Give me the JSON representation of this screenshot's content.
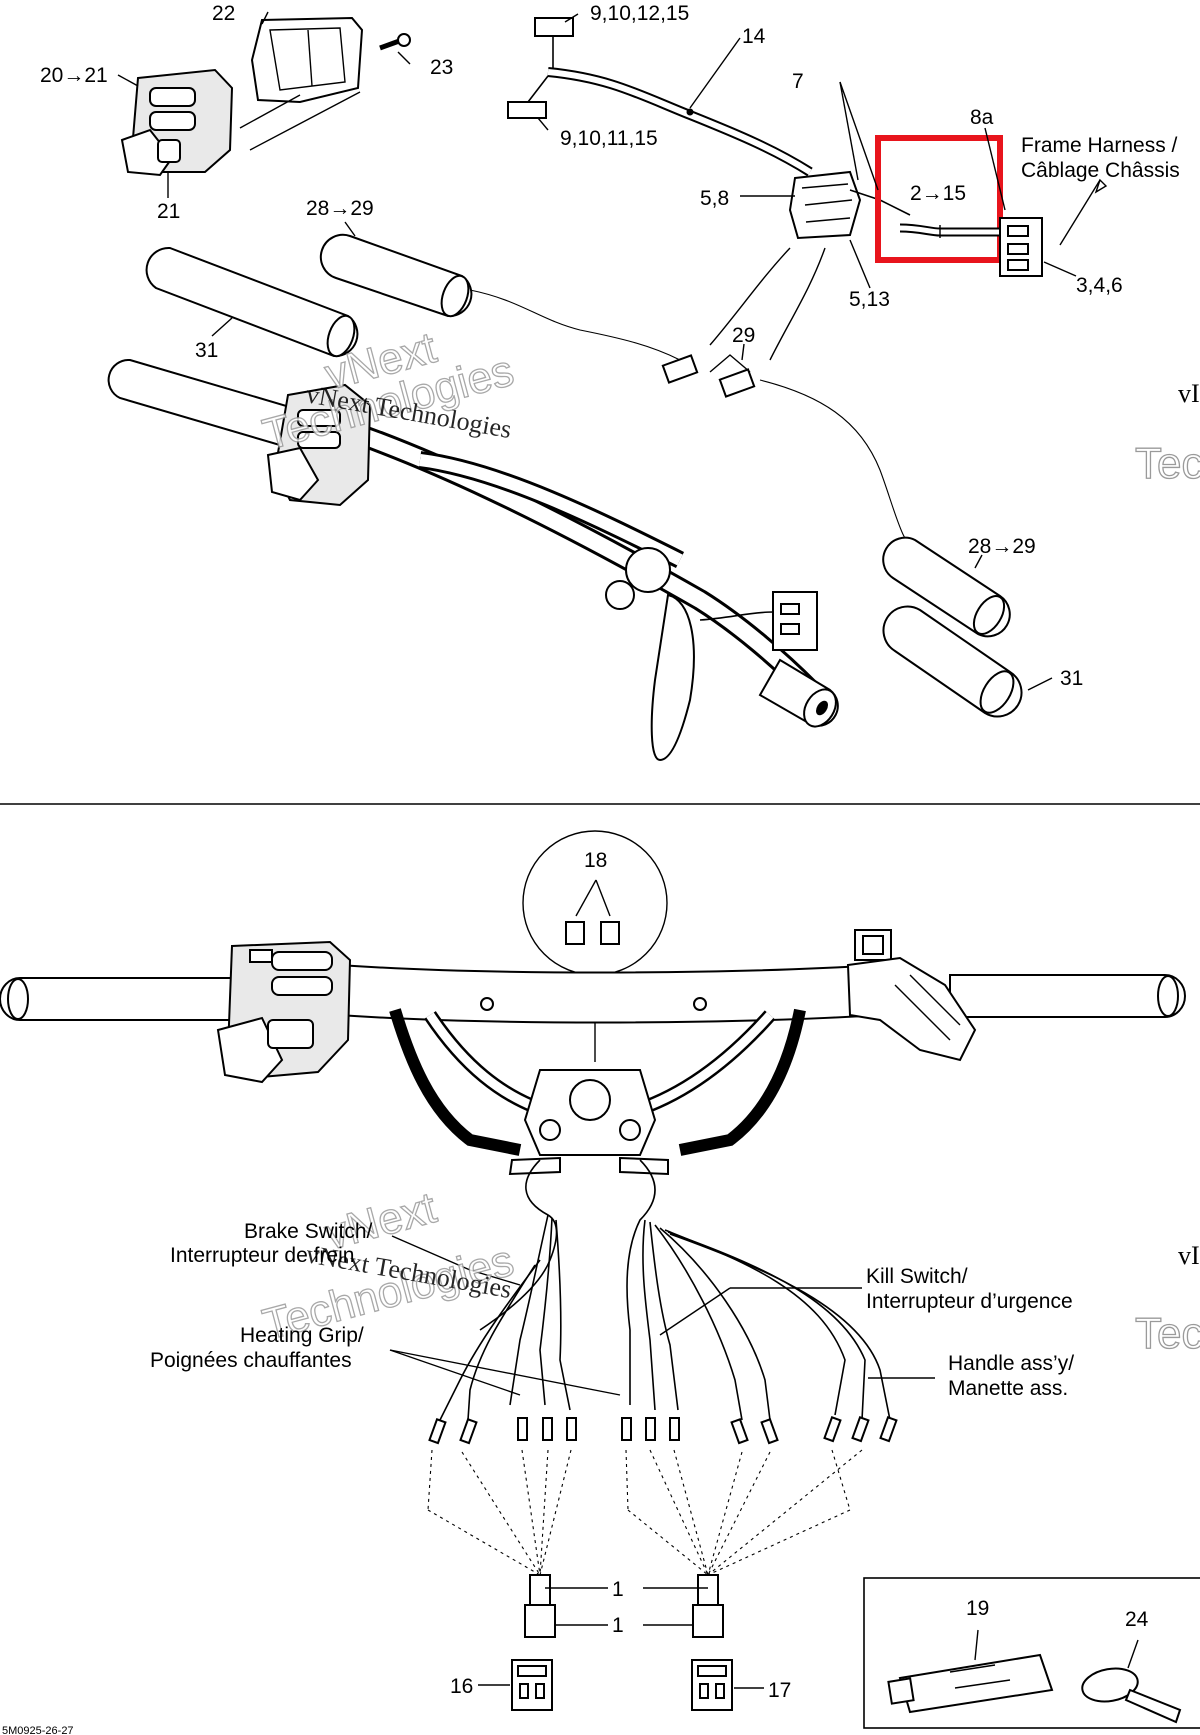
{
  "callouts": {
    "c22": "22",
    "c23": "23",
    "c20_21": "20→21",
    "c21": "21",
    "c9_10_12_15": "9,10,12,15",
    "c9_10_11_15": "9,10,11,15",
    "c14": "14",
    "c7": "7",
    "c8a": "8a",
    "c5_8": "5,8",
    "c2_15": "2→15",
    "c5_13": "5,13",
    "c3_4_6": "3,4,6",
    "c28_29_left": "28→29",
    "c31_left": "31",
    "c29": "29",
    "c28_29_right": "28→29",
    "c31_right": "31",
    "c18": "18",
    "c1_top": "1",
    "c1_bottom": "1",
    "c16": "16",
    "c17": "17",
    "c19": "19",
    "c24": "24"
  },
  "labels": {
    "frame_harness_line1": "Frame Harness /",
    "frame_harness_line2": "Câblage Châssis",
    "brake_switch_line1": "Brake Switch/",
    "brake_switch_line2": "Interrupteur de frein",
    "kill_switch_line1": "Kill Switch/",
    "kill_switch_line2": "Interrupteur d’urgence",
    "heating_grip_line1": "Heating Grip/",
    "heating_grip_line2": "Poignées chauffantes",
    "handle_assy_line1": "Handle ass’y/",
    "handle_assy_line2": "Manette ass."
  },
  "watermarks": {
    "upper_small": "vNext Technologies",
    "upper_big_1": "vNext",
    "upper_big_2": "Technologies",
    "lower_small": "vNext Technologies",
    "lower_big_1": "vNext",
    "lower_big_2": "Technologies",
    "edge_upper_1": "vI",
    "edge_upper_2": "Tec",
    "edge_lower_1": "vI",
    "edge_lower_2": "Tec"
  },
  "footer": {
    "drawing_number": "5M0925-26-27"
  },
  "colors": {
    "highlight": "#e8141c",
    "line": "#000000",
    "background": "#ffffff"
  }
}
